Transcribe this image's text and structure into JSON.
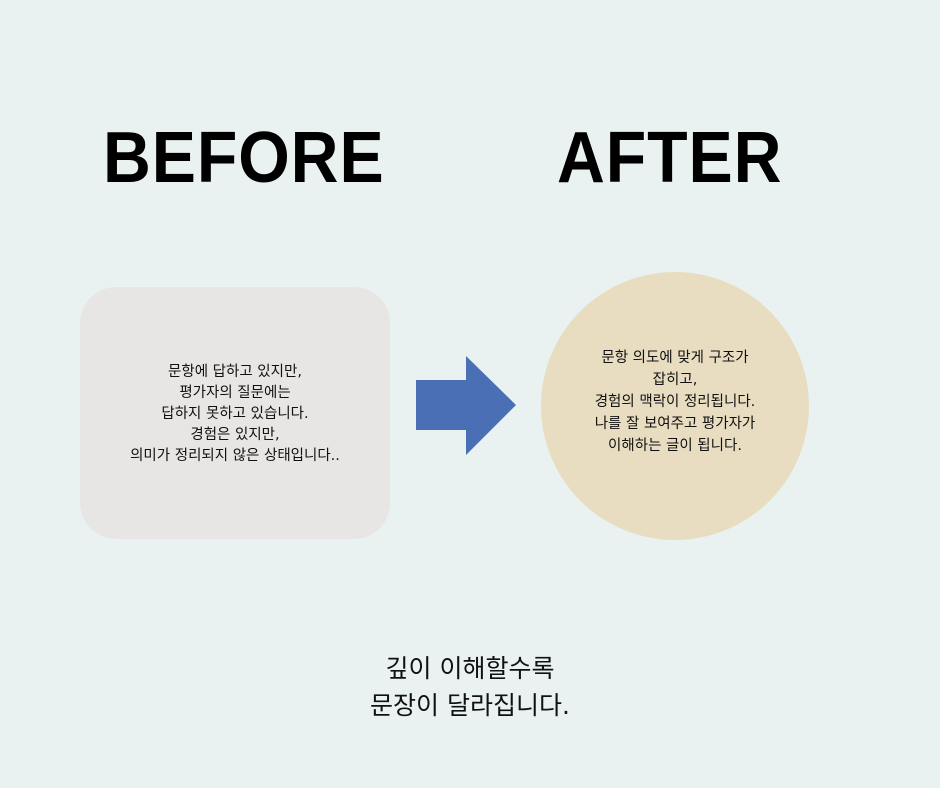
{
  "headings": {
    "before": "BEFORE",
    "after": "AFTER"
  },
  "before_box": {
    "lines": [
      "문항에 답하고 있지만,",
      "평가자의 질문에는",
      "답하지 못하고 있습니다.",
      "경험은 있지만,",
      "의미가 정리되지 않은 상태입니다.."
    ]
  },
  "arrow": {
    "icon": "right-arrow-icon",
    "color": "#4a6fb5"
  },
  "after_circle": {
    "lines": [
      "문항 의도에 맞게 구조가",
      "잡히고,",
      "경험의 맥락이 정리됩니다.",
      "나를 잘 보여주고 평가자가",
      "이해하는 글이 됩니다."
    ]
  },
  "caption": {
    "lines": [
      "깊이 이해할수록",
      "문장이 달라집니다."
    ]
  },
  "colors": {
    "background": "#e9f2f1",
    "before_box": "#e7e6e5",
    "after_circle": "#e8ddc1",
    "arrow": "#4a6fb5"
  }
}
